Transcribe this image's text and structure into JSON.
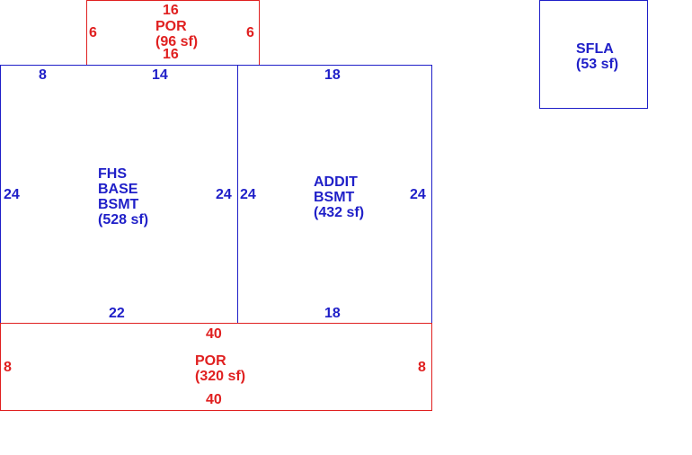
{
  "colors": {
    "blue": "#1f1fc8",
    "red": "#e02020",
    "background": "#ffffff"
  },
  "areas": {
    "por_top": {
      "lines": [
        "POR",
        "(96 sf)"
      ],
      "color": "red",
      "dims": {
        "top": "16",
        "bottom": "16",
        "left": "6",
        "right": "6"
      }
    },
    "fhs_base": {
      "lines": [
        "FHS",
        "BASE",
        "BSMT",
        "(528 sf)"
      ],
      "color": "blue",
      "dims": {
        "top_a": "8",
        "top_b": "14",
        "bottom": "22",
        "left": "24",
        "right": "24"
      }
    },
    "addit_bsmt": {
      "lines": [
        "ADDIT",
        "BSMT",
        "(432 sf)"
      ],
      "color": "blue",
      "dims": {
        "top": "18",
        "bottom": "18",
        "left": "24",
        "right": "24"
      }
    },
    "por_bottom": {
      "lines": [
        "POR",
        "(320 sf)"
      ],
      "color": "red",
      "dims": {
        "top": "40",
        "bottom": "40",
        "left": "8",
        "right": "8"
      }
    },
    "sfla": {
      "lines": [
        "SFLA",
        "(53 sf)"
      ],
      "color": "blue"
    }
  }
}
